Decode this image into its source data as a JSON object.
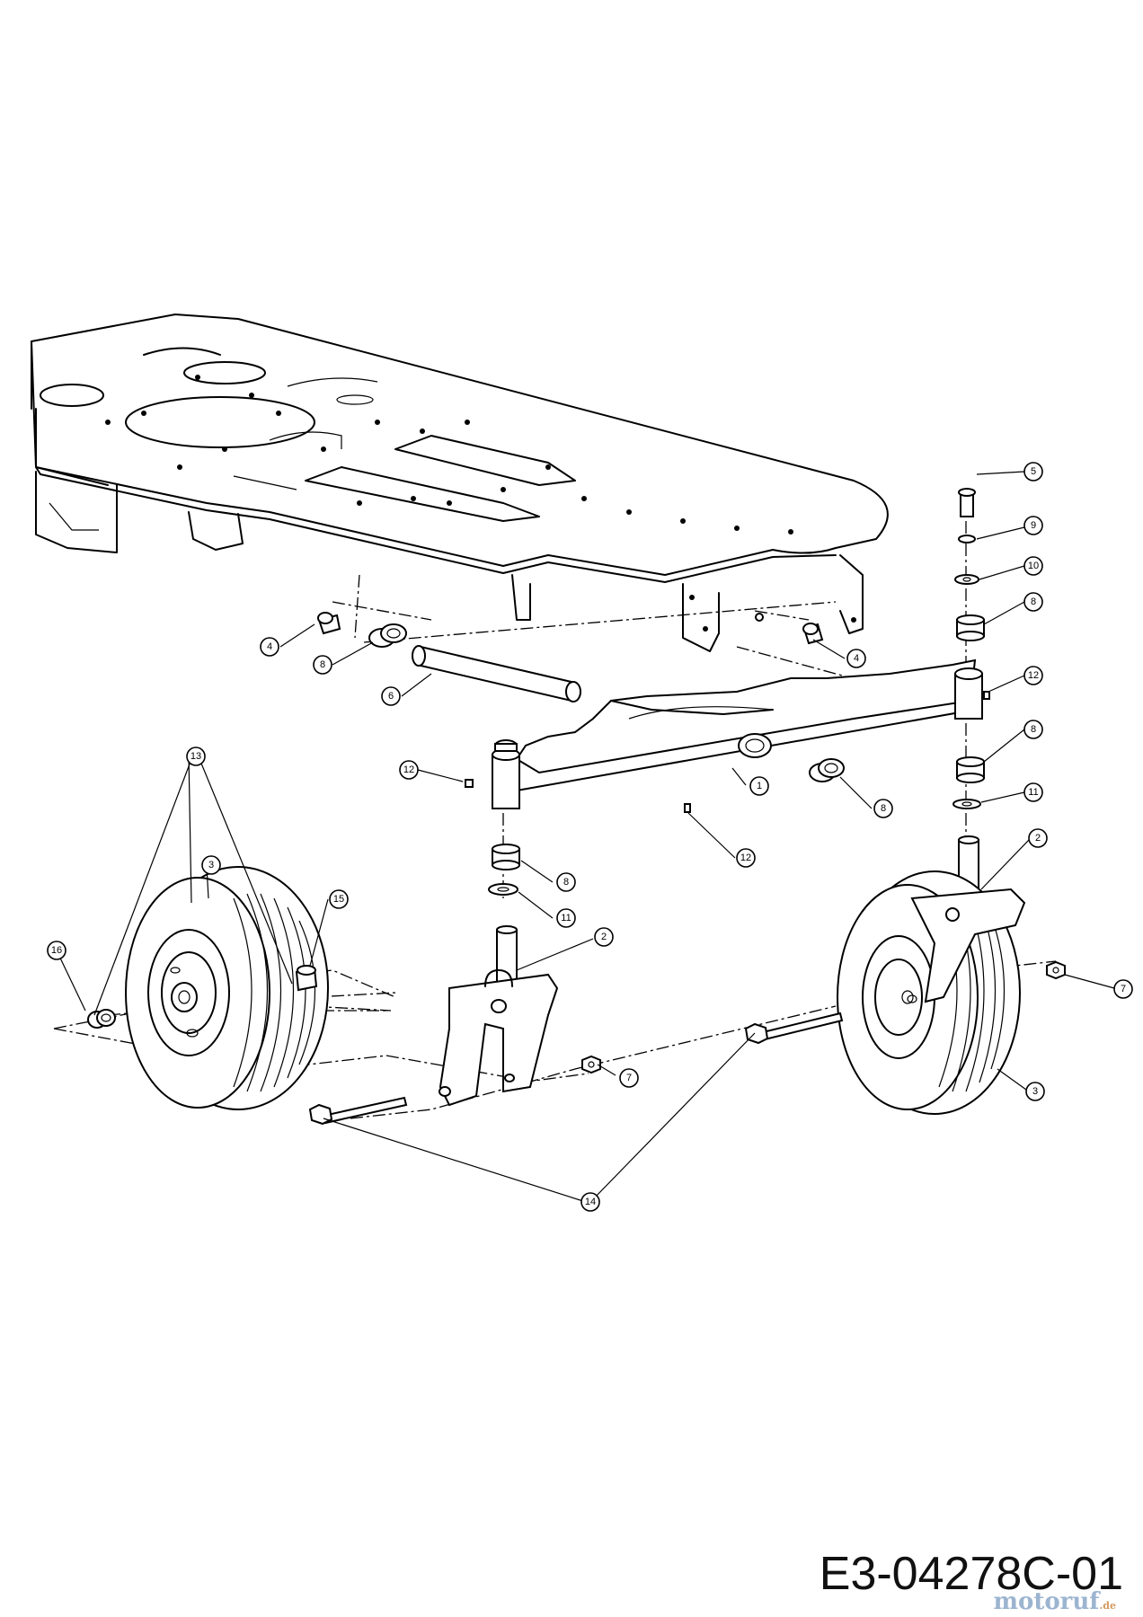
{
  "drawing_code": "E3-04278C-01",
  "watermark": {
    "brand": "motoruf",
    "domain": ".de"
  },
  "callouts": [
    {
      "id": "c5",
      "label": "5"
    },
    {
      "id": "c9",
      "label": "9"
    },
    {
      "id": "c10",
      "label": "10"
    },
    {
      "id": "c8a",
      "label": "8"
    },
    {
      "id": "c12a",
      "label": "12"
    },
    {
      "id": "c8b",
      "label": "8"
    },
    {
      "id": "c11a",
      "label": "11"
    },
    {
      "id": "c2a",
      "label": "2"
    },
    {
      "id": "c7a",
      "label": "7"
    },
    {
      "id": "c3a",
      "label": "3"
    },
    {
      "id": "c4a",
      "label": "4"
    },
    {
      "id": "c8c",
      "label": "8"
    },
    {
      "id": "c6",
      "label": "6"
    },
    {
      "id": "c4b",
      "label": "4"
    },
    {
      "id": "c12b",
      "label": "12"
    },
    {
      "id": "c1",
      "label": "1"
    },
    {
      "id": "c8d",
      "label": "8"
    },
    {
      "id": "c12c",
      "label": "12"
    },
    {
      "id": "c8e",
      "label": "8"
    },
    {
      "id": "c11b",
      "label": "11"
    },
    {
      "id": "c13",
      "label": "13"
    },
    {
      "id": "c3b",
      "label": "3"
    },
    {
      "id": "c15",
      "label": "15"
    },
    {
      "id": "c16",
      "label": "16"
    },
    {
      "id": "c2b",
      "label": "2"
    },
    {
      "id": "c7b",
      "label": "7"
    },
    {
      "id": "c14",
      "label": "14"
    }
  ]
}
